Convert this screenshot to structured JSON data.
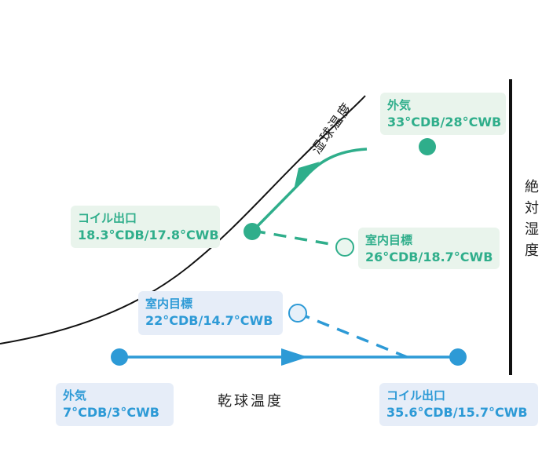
{
  "labels": {
    "wet_bulb": "湿球温度",
    "dry_bulb": "乾球温度",
    "abs_humidity": "絶対湿度"
  },
  "boxes": {
    "outdoor_summer": {
      "line1": "外気",
      "line2": "33°CDB/28°CWB"
    },
    "coil_outlet_cooling": {
      "line1": "コイル出口",
      "line2": "18.3°CDB/17.8°CWB"
    },
    "indoor_target_summer": {
      "line1": "室内目標",
      "line2": "26°CDB/18.7°CWB"
    },
    "indoor_target_winter": {
      "line1": "室内目標",
      "line2": "22°CDB/14.7°CWB"
    },
    "outdoor_winter": {
      "line1": "外気",
      "line2": "7°CDB/3°CWB"
    },
    "coil_outlet_heating": {
      "line1": "コイル出口",
      "line2": "35.6°CDB/15.7°CWB"
    }
  },
  "colors": {
    "cooling": "#2fae8b",
    "heating": "#2d9ad6",
    "curve": "#111111",
    "box_green": "#e9f4ec",
    "box_blue": "#e6edf8"
  }
}
